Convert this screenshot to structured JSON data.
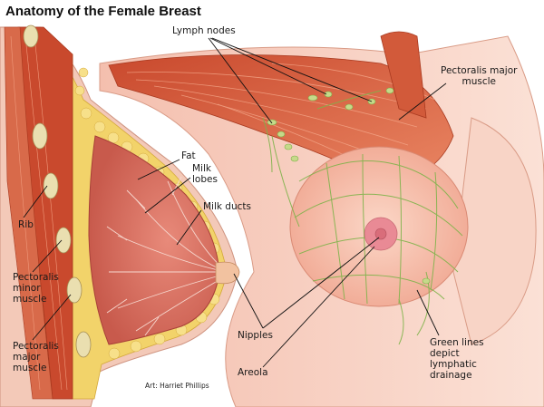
{
  "title": "Anatomy of the Female Breast",
  "credit": "Art: Harriet Phillips",
  "labels": {
    "lymph_nodes": "Lymph nodes",
    "pectoralis_major_right": [
      "Pectoralis major",
      "muscle"
    ],
    "fat": "Fat",
    "milk_lobes": [
      "Milk",
      "lobes"
    ],
    "milk_ducts": "Milk ducts",
    "rib": "Rib",
    "pectoralis_minor": [
      "Pectoralis",
      "minor",
      "muscle"
    ],
    "pectoralis_major_left": [
      "Pectoralis",
      "major",
      "muscle"
    ],
    "nipples": "Nipples",
    "areola": "Areola",
    "green_lines": [
      "Green lines",
      "depict",
      "lymphatic",
      "drainage"
    ]
  },
  "colors": {
    "skin": "#f7cfc0",
    "muscle": "#d9603f",
    "fat": "#f2d36a",
    "lymph": "#7fb34a",
    "areola": "#e98a95"
  }
}
